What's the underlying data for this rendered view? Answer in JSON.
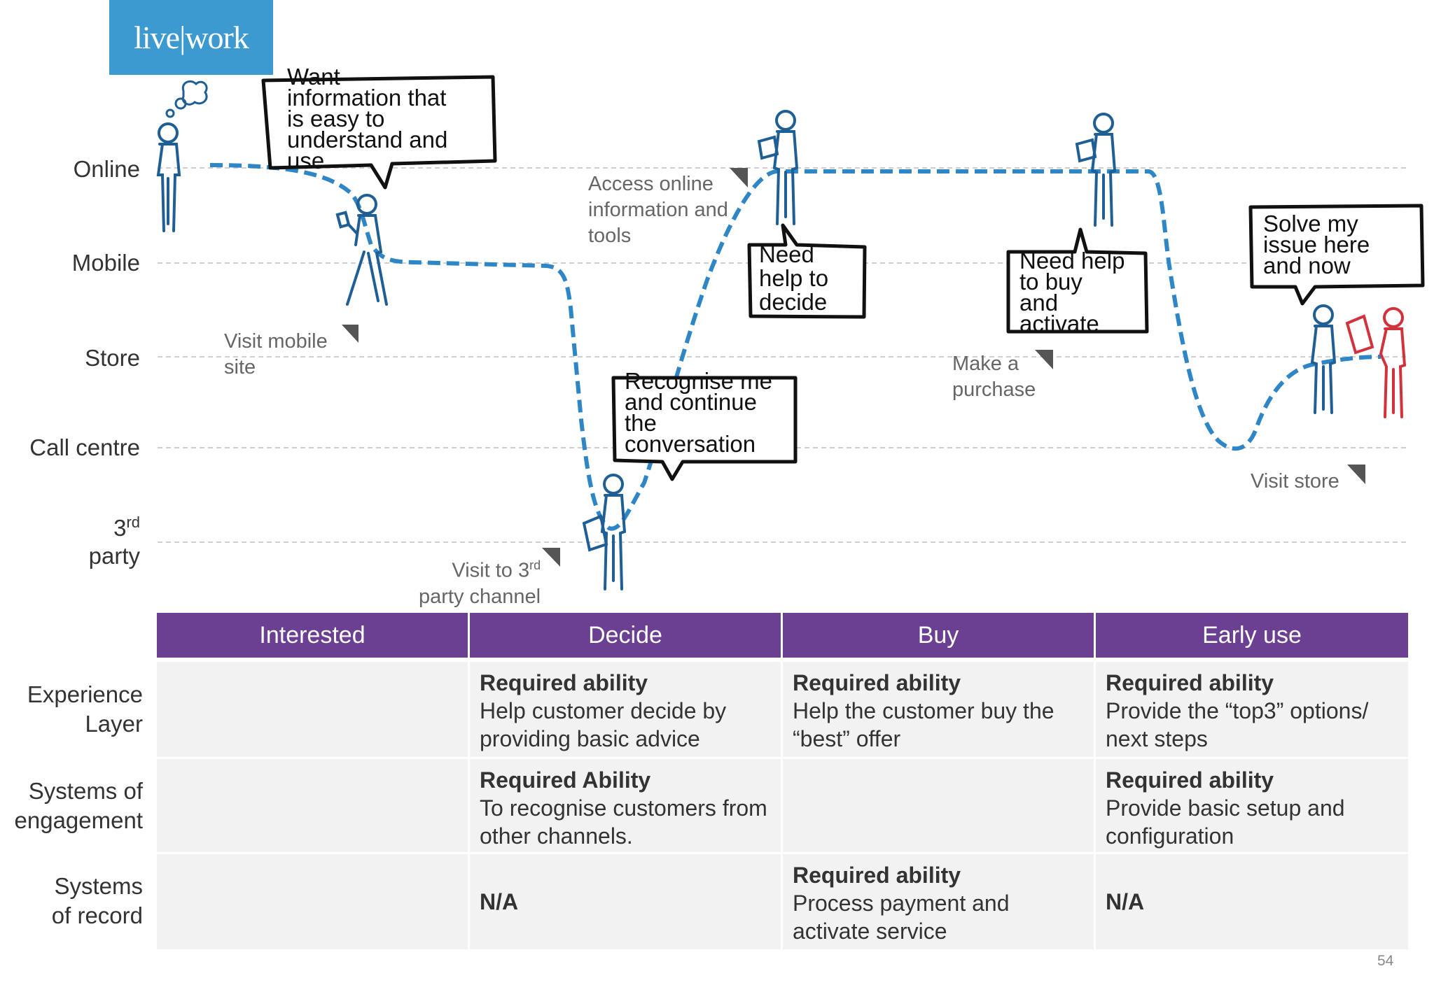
{
  "logo": "live|work",
  "lanes": [
    "Online",
    "Mobile",
    "Store",
    "Call centre",
    "3rd party"
  ],
  "lane_third": {
    "num": "3",
    "sup": "rd",
    "rest": "party"
  },
  "notes": {
    "visit_mobile": [
      "Visit mobile",
      "site"
    ],
    "access_online": [
      "Access online",
      "information and",
      "tools"
    ],
    "visit_3rd": {
      "line1_pre": "Visit to 3",
      "line1_sup": "rd",
      "line2": "party channel"
    },
    "make_purchase": [
      "Make a",
      "purchase"
    ],
    "visit_store": [
      "Visit store"
    ]
  },
  "bubbles": {
    "want_info": [
      "Want",
      "information that",
      "is easy to",
      "understand and",
      "use"
    ],
    "recognise": [
      "Recognise me",
      "and continue",
      "the",
      "conversation"
    ],
    "need_decide": [
      "Need",
      "help to",
      "decide"
    ],
    "need_buy": [
      "Need help",
      "to buy",
      "and",
      "activate"
    ],
    "solve": [
      "Solve my",
      "issue here",
      "and now"
    ]
  },
  "stages": [
    "Interested",
    "Decide",
    "Buy",
    "Early use"
  ],
  "rows": [
    {
      "label": [
        "Experience",
        "Layer"
      ],
      "cells": [
        null,
        {
          "head": "Required ability",
          "body": "Help customer decide by providing basic advice"
        },
        {
          "head": "Required ability",
          "body": "Help the customer buy the “best” offer"
        },
        {
          "head": "Required ability",
          "body": "Provide the “top3” options/ next steps"
        }
      ]
    },
    {
      "label": [
        "Systems of",
        "engagement"
      ],
      "cells": [
        null,
        {
          "head": "Required Ability",
          "body": "To recognise customers from other channels."
        },
        null,
        {
          "head": "Required ability",
          "body": "Provide basic setup and configuration"
        }
      ]
    },
    {
      "label": [
        "Systems",
        "of record"
      ],
      "cells": [
        null,
        {
          "na": "N/A"
        },
        {
          "head": "Required ability",
          "body": "Process payment and activate service"
        },
        {
          "na": "N/A"
        }
      ]
    }
  ],
  "page_number": "54",
  "colors": {
    "journey_line": "#2f86c6",
    "figure_blue": "#1f5f95",
    "figure_red": "#d2323c",
    "stage_header": "#6b3f91",
    "cell_bg": "#f2f2f2",
    "logo_bg": "#3d9ad1"
  }
}
